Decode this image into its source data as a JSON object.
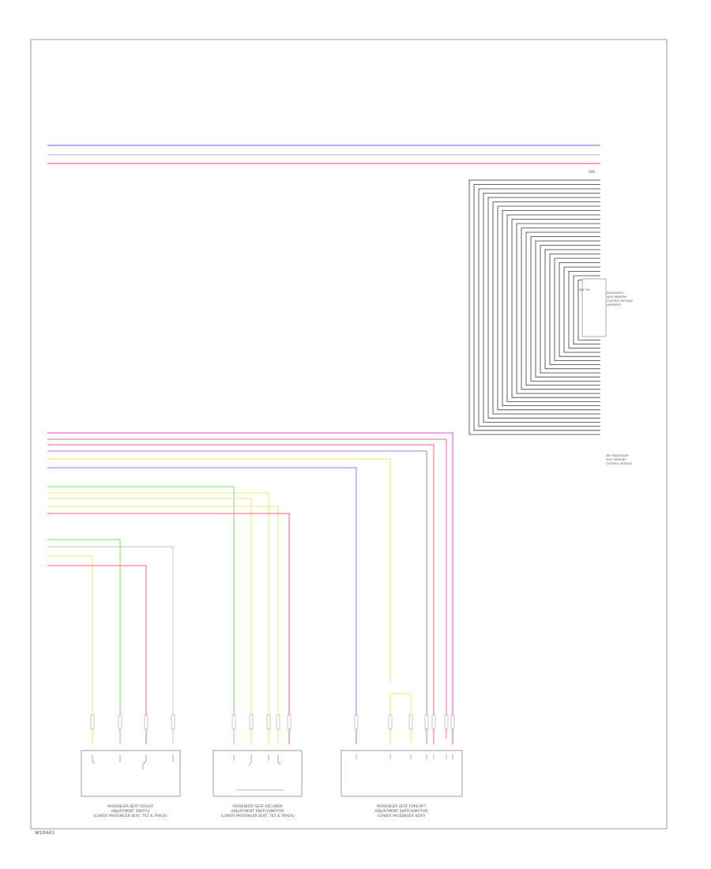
{
  "page_code": "W10441",
  "gateway_ground": "G86",
  "module_title": "PASSENGER\nSEAT MEMORY\nCONTROL MODULE\n(MEMORY)",
  "module_side_label": "SEE PUL",
  "module_bottom_label": "SEE PASSENGER\nSEAT MEMORY\nCONTROL MODULE",
  "switch1_label": "PASSENGER SEAT HEIGHT\nADJUSTMENT SWITCH\n(LOWER PASSENGER SEAT, TILT & TRACK)",
  "switch2_label": "PASSENGER SEAT RECLINER\nADJUSTMENT SWITCH/MOTOR\n(LOWER PASSENGER SEAT, TILT & TRACK)",
  "switch3_label": "PASSENGER SEAT FORE/AFT\nADJUSTMENT SWITCH/MOTOR\n(LOWER PASSENGER SEAT)",
  "colors": {
    "blue": "#7b86ee",
    "red": "#ee6a70",
    "magenta": "#f26de6",
    "violet": "#b57ad4",
    "pink": "#ee6aa0",
    "yellow": "#eeea6a",
    "green": "#7ee064",
    "gray": "#c4c4c4",
    "dark": "#3a3a3a",
    "frame": "#999999"
  }
}
